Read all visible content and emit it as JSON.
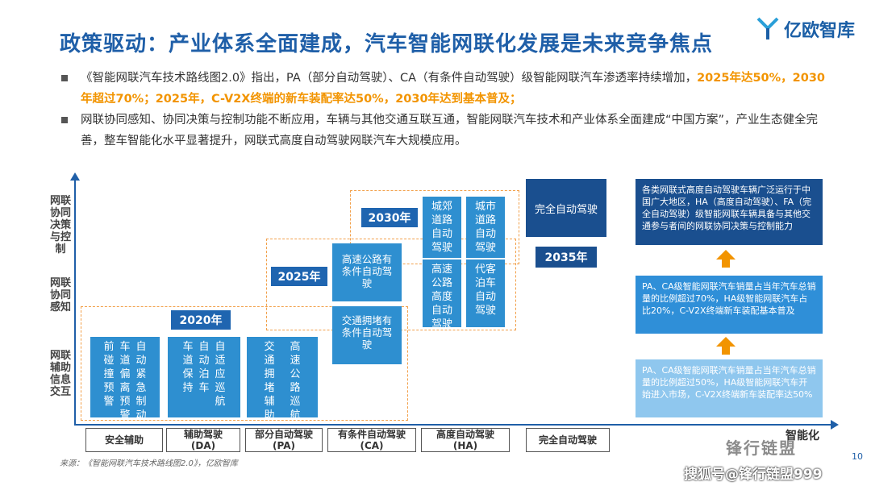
{
  "title": "政策驱动：产业体系全面建成，汽车智能网联化发展是未来竞争焦点",
  "logo": {
    "text": "亿欧智库"
  },
  "bullets": [
    {
      "normal": "《智能网联汽车技术路线图2.0》指出，PA（部分自动驾驶）、CA（有条件自动驾驶）级智能网联汽车渗透率持续增加，",
      "highlight": "2025年达50%，2030年超过70%；2025年，C-V2X终端的新车装配率达50%，2030年达到基本普及；"
    },
    {
      "normal": "网联协同感知、协同决策与控制功能不断应用，车辆与其他交通互联互通，智能网联汽车技术和产业体系全面建成“中国方案”，产业生态健全完善，整车智能化水平显著提升，网联式高度自动驾驶网联汽车大规模应用。"
    }
  ],
  "y_levels": [
    "网联协同决策与控制",
    "网联协同感知",
    "网联辅助信息交互"
  ],
  "x_axis_label": "智能化",
  "years": [
    "2020年",
    "2025年",
    "2030年",
    "2035年"
  ],
  "boxes": {
    "da1": [
      "前碰撞预警",
      "车道偏离预警",
      "自动紧急制动"
    ],
    "da2": [
      "车道保持",
      "自动泊车",
      "自适应巡航"
    ],
    "pa": [
      "交通拥堵辅助",
      "高速公路巡航"
    ],
    "ca_low": "交通拥堵有条件自动驾驶",
    "ca_high": "高速公路有条件自动驾驶",
    "ha_low": [
      "高速公路高度自动驾驶",
      "代客泊车自动驾驶"
    ],
    "ha_high": [
      "城郊道路自动驾驶",
      "城市道路自动驾驶"
    ],
    "full": "完全自动驾驶"
  },
  "right_boxes": [
    "各类网联式高度自动驾驶车辆广泛运行于中国广大地区，HA（高度自动驾驶）、FA（完全自动驾驶）级智能网联车辆具备与其他交通参与者间的网联协同决策与控制能力",
    "PA、CA级智能网联汽车销量占当年汽车总销量的比例超过70%，HA级智能网联汽车占比20%，C-V2X终端新车装配基本普及",
    "PA、CA级智能网联汽车销量占当年汽车总销量的比例超过50%，HA级智能网联汽车开始进入市场，C-V2X终端新车装配率达50%"
  ],
  "categories": [
    {
      "name": "安全辅助",
      "abbr": ""
    },
    {
      "name": "辅助驾驶",
      "abbr": "(DA)"
    },
    {
      "name": "部分自动驾驶",
      "abbr": "(PA)"
    },
    {
      "name": "有条件自动驾驶",
      "abbr": "(CA)"
    },
    {
      "name": "高度自动驾驶",
      "abbr": "(HA)"
    },
    {
      "name": "完全自动驾驶",
      "abbr": ""
    }
  ],
  "source": "来源：《智能网联汽车技术路线图2.0》，亿欧智库",
  "page_number": "10",
  "watermark_1": "锋行链盟",
  "watermark_2": "搜狐号@锋行链盟999",
  "colors": {
    "title": "#1f5fa8",
    "highlight": "#f29400",
    "box": "#2e8fd0",
    "year": "#1f65b0",
    "dark": "#1a4f8f",
    "dash": "#f2a04a"
  }
}
